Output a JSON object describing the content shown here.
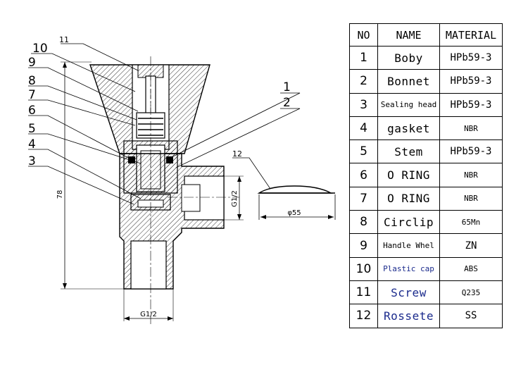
{
  "drawing": {
    "callouts": [
      "1",
      "2",
      "3",
      "4",
      "5",
      "6",
      "7",
      "8",
      "9",
      "10",
      "11",
      "12"
    ],
    "dim_height": "78",
    "dim_inlet": "G1/2",
    "dim_outlet": "G1/2",
    "dim_rosette": "φ55"
  },
  "table": {
    "headers": [
      "NO",
      "NAME",
      "MATERIAL"
    ],
    "rows": [
      {
        "no": "1",
        "name": "Boby",
        "material": "HPb59-3"
      },
      {
        "no": "2",
        "name": "Bonnet",
        "material": "HPb59-3"
      },
      {
        "no": "3",
        "name": "Sealing head",
        "material": "HPb59-3"
      },
      {
        "no": "4",
        "name": "gasket",
        "material": "NBR"
      },
      {
        "no": "5",
        "name": "Stem",
        "material": "HPb59-3"
      },
      {
        "no": "6",
        "name": "O RING",
        "material": "NBR"
      },
      {
        "no": "7",
        "name": "O RING",
        "material": "NBR"
      },
      {
        "no": "8",
        "name": "Circlip",
        "material": "65Mn"
      },
      {
        "no": "9",
        "name": "Handle Whel",
        "material": "ZN"
      },
      {
        "no": "10",
        "name": "Plastic cap",
        "material": "ABS"
      },
      {
        "no": "11",
        "name": "Screw",
        "material": "Q235"
      },
      {
        "no": "12",
        "name": "Rossete",
        "material": "SS"
      }
    ]
  }
}
